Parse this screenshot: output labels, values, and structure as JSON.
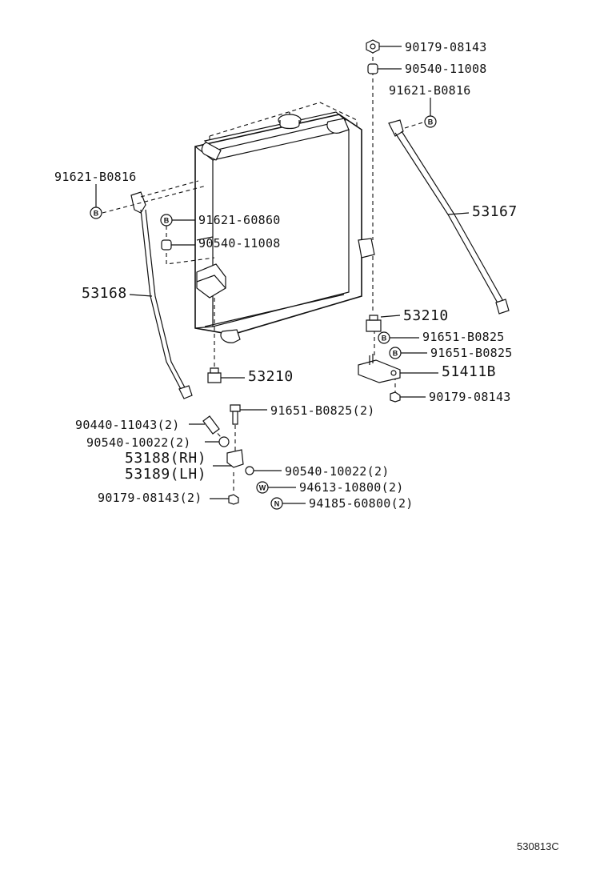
{
  "labels": {
    "p90179_08143_top": "90179-08143",
    "p90540_11008_top": "90540-11008",
    "p91621_B0816_right": "91621-B0816",
    "p91621_B0816_left": "91621-B0816",
    "p91621_60860": "91621-60860",
    "p90540_11008_mid": "90540-11008",
    "p53167": "53167",
    "p53168": "53168",
    "p53210_right": "53210",
    "p91651_B0825_a": "91651-B0825",
    "p91651_B0825_b": "91651-B0825",
    "p51411B": "51411B",
    "p90179_08143_right": "90179-08143",
    "p53210_left": "53210",
    "p91651_B0825_2": "91651-B0825(2)",
    "p90440_11043_2": "90440-11043(2)",
    "p90540_10022_2_left": "90540-10022(2)",
    "p53188_RH": "53188(RH)",
    "p53189_LH": "53189(LH)",
    "p90540_10022_2_right": "90540-10022(2)",
    "p90179_08143_2": "90179-08143(2)",
    "p94613_10800_2": "94613-10800(2)",
    "p94185_60800_2": "94185-60800(2)"
  },
  "badges": {
    "bolt": "B",
    "washer": "W",
    "nut": "N"
  },
  "reference_code": "530813C",
  "icons": [
    "radiator-core",
    "radiator-cap",
    "support-rod",
    "cushion",
    "bracket",
    "bolt",
    "nut",
    "washer",
    "collar",
    "clip"
  ]
}
